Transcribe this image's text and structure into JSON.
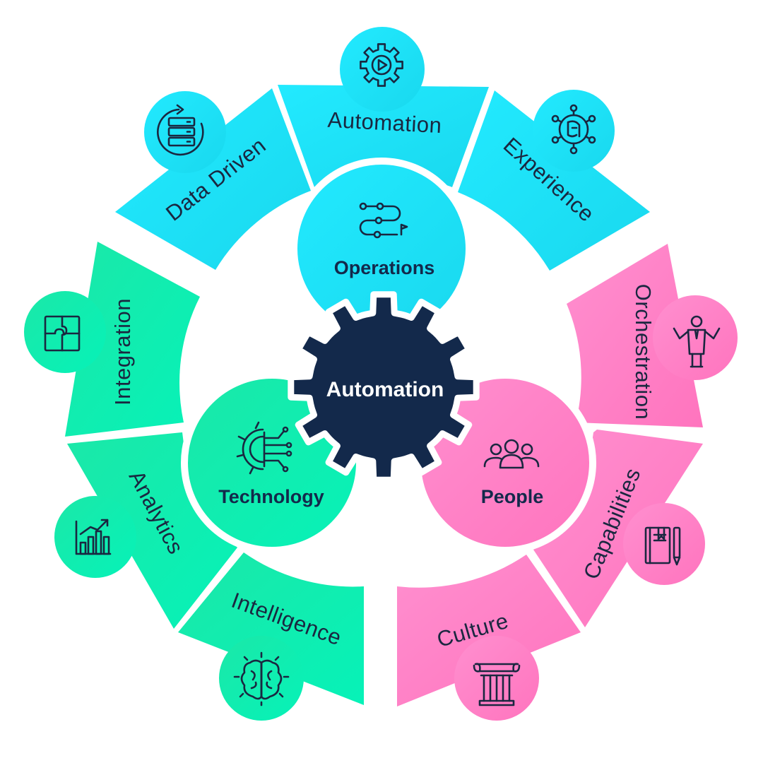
{
  "center": {
    "label": "Automation",
    "color": "#13294b"
  },
  "pillars": [
    {
      "label": "Operations",
      "color": "#1ee3f5",
      "icon": "roadmap-icon"
    },
    {
      "label": "Technology",
      "color": "#12e69e",
      "icon": "circuit-gear-icon"
    },
    {
      "label": "People",
      "color": "#ff85c8",
      "icon": "team-icon"
    }
  ],
  "segments": [
    {
      "label": "Data Driven",
      "group": "Operations",
      "icon": "database-sync-icon"
    },
    {
      "label": "Automation",
      "group": "Operations",
      "icon": "gear-play-icon"
    },
    {
      "label": "Experience",
      "group": "Operations",
      "icon": "network-face-icon"
    },
    {
      "label": "Orchestration",
      "group": "People",
      "icon": "presenter-icon"
    },
    {
      "label": "Capabilities",
      "group": "People",
      "icon": "notebook-pen-icon"
    },
    {
      "label": "Culture",
      "group": "People",
      "icon": "column-icon"
    },
    {
      "label": "Intelligence",
      "group": "Technology",
      "icon": "brain-icon"
    },
    {
      "label": "Analytics",
      "group": "Technology",
      "icon": "growth-chart-icon"
    },
    {
      "label": "Integration",
      "group": "Technology",
      "icon": "puzzle-icon"
    }
  ]
}
